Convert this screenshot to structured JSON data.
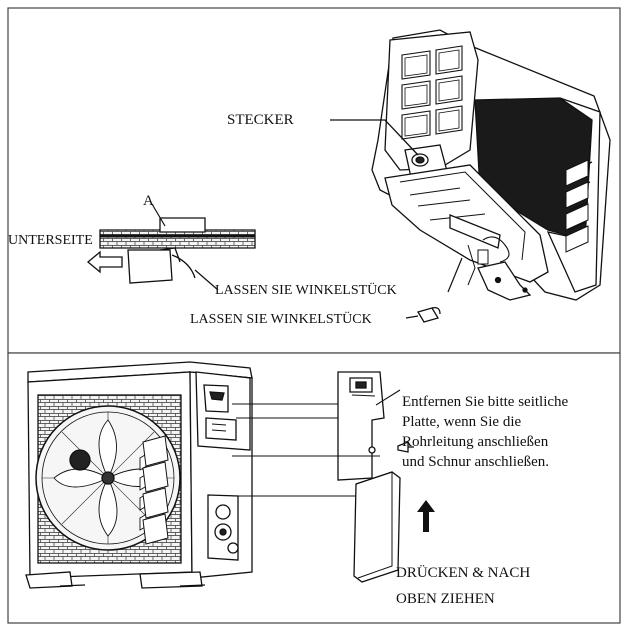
{
  "top_panel": {
    "stecker_label": "STECKER",
    "a_label": "A",
    "unterseite_label": "UNTERSEITE",
    "lassen_label_1": "LASSEN SIE WINKELSTÜCK",
    "lassen_label_2": "LASSEN SIE WINKELSTÜCK"
  },
  "bottom_panel": {
    "instruction_lines": [
      "Entfernen Sie bitte seitliche",
      "Platte, wenn Sie die",
      "Rohrleitung anschließen",
      "und Schnur anschließen."
    ],
    "push_label_lines": [
      "DRÜCKEN & NACH",
      "OBEN ZIEHEN"
    ]
  }
}
